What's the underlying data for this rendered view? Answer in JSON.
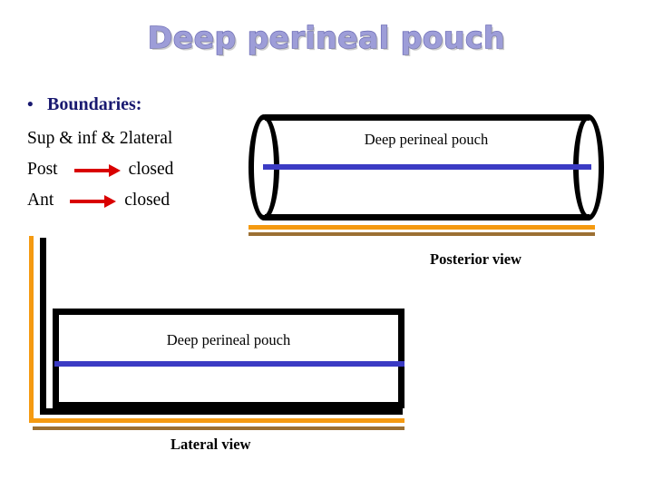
{
  "slide": {
    "title": "Deep perineal pouch",
    "background_color": "#ffffff"
  },
  "content": {
    "heading": {
      "bullet": "•",
      "label": "Boundaries:",
      "color": "#191970"
    },
    "lines": [
      {
        "text": "Sup   &   inf   &  2lateral"
      },
      {
        "left": "Post",
        "arrow": "right-arrow",
        "right": "closed"
      },
      {
        "left": "Ant",
        "arrow": "right-arrow",
        "right": "closed"
      }
    ],
    "arrow_color": "#d90000"
  },
  "posterior_view": {
    "inner_label": "Deep perineal pouch",
    "caption": "Posterior view",
    "shape": "cylinder",
    "outline_color": "#000000",
    "mid_line_color": "#3b3bc4",
    "floor_line_1_color": "#f59a11",
    "floor_line_2_color": "#9c7033"
  },
  "lateral_view": {
    "inner_label": "Deep perineal pouch",
    "caption": "Lateral view",
    "shape": "rectangle",
    "outline_color": "#000000",
    "mid_line_color": "#3b3bc4",
    "wall_line_color": "#f59a11",
    "floor_line_color": "#9c7033"
  }
}
